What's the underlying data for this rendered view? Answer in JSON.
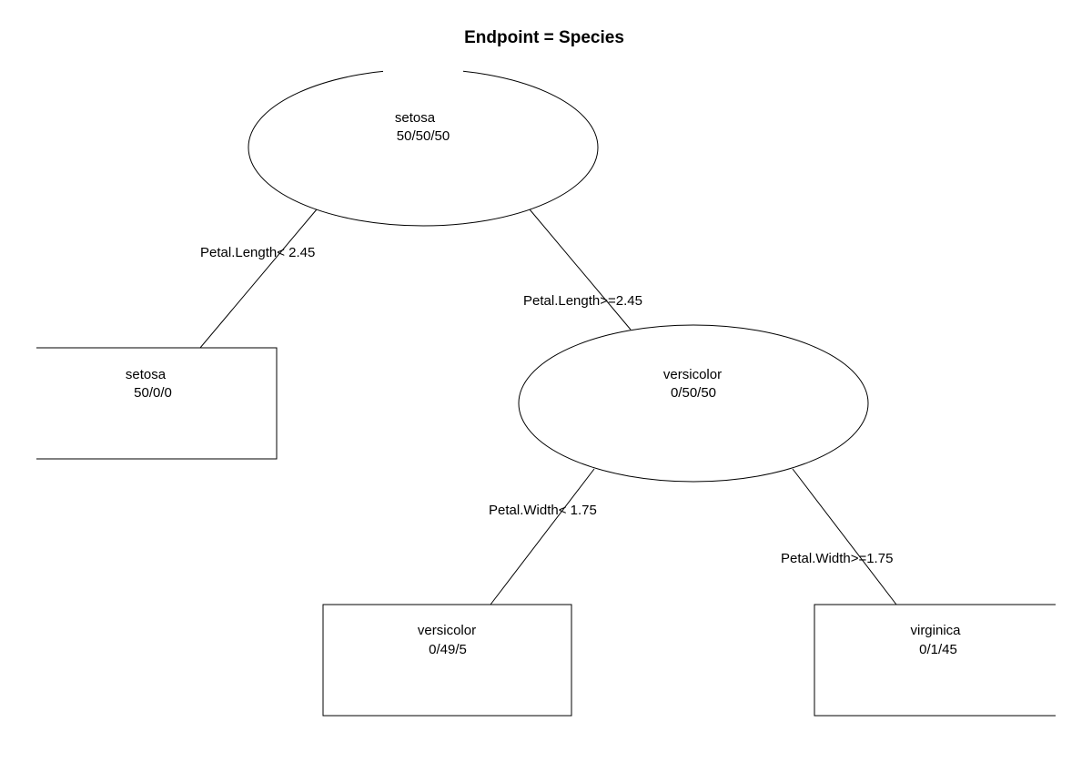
{
  "title": "Endpoint = Species",
  "nodes": [
    {
      "id": "root",
      "shape": "ellipse",
      "label": "setosa",
      "counts": "50/50/50"
    },
    {
      "id": "leaf-setosa",
      "shape": "box",
      "label": "setosa",
      "counts": "50/0/0"
    },
    {
      "id": "split-versicolor",
      "shape": "ellipse",
      "label": "versicolor",
      "counts": "0/50/50"
    },
    {
      "id": "leaf-versicolor",
      "shape": "box",
      "label": "versicolor",
      "counts": "0/49/5"
    },
    {
      "id": "leaf-virginica",
      "shape": "box",
      "label": "virginica",
      "counts": "0/1/45"
    }
  ],
  "edges": [
    {
      "from": "root",
      "to": "leaf-setosa",
      "label": "Petal.Length< 2.45"
    },
    {
      "from": "root",
      "to": "split-versicolor",
      "label": "Petal.Length>=2.45"
    },
    {
      "from": "split-versicolor",
      "to": "leaf-versicolor",
      "label": "Petal.Width< 1.75"
    },
    {
      "from": "split-versicolor",
      "to": "leaf-virginica",
      "label": "Petal.Width>=1.75"
    }
  ],
  "colors": {
    "line": "#000000",
    "background": "#ffffff"
  }
}
